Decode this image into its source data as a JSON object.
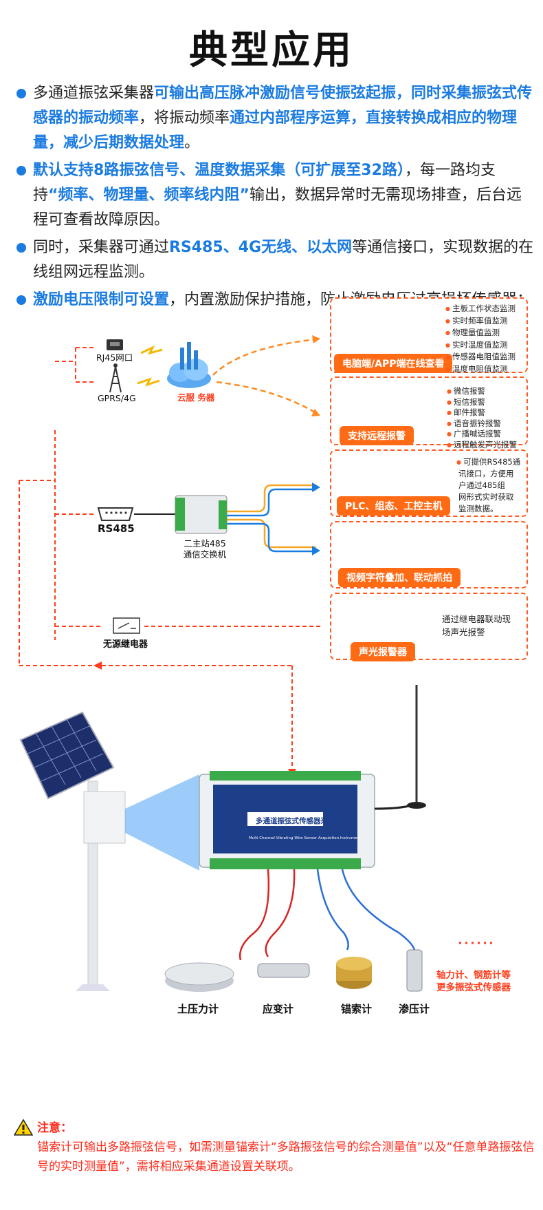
{
  "title": "典型应用",
  "bullets": [
    {
      "segments": [
        {
          "t": "多通道振弦采集器",
          "h": false
        },
        {
          "t": "可输出高压脉冲激励信号使振弦起振，同时采集振弦式传感器的振动频率",
          "h": true
        },
        {
          "t": "，将振动频率",
          "h": false
        },
        {
          "t": "通过内部程序运算，直接转换成相应的物理量，减少后期数据处理",
          "h": true
        },
        {
          "t": "。",
          "h": false
        }
      ]
    },
    {
      "segments": [
        {
          "t": "默认支持8路振弦信号、温度数据采集（可扩展至32路）",
          "h": true
        },
        {
          "t": "，每一路均支持",
          "h": false
        },
        {
          "t": "“频率、物理量、频率线内阻”",
          "h": true
        },
        {
          "t": "输出，数据异常时无需现场排查，后台远程可查看故障原因。",
          "h": false
        }
      ]
    },
    {
      "segments": [
        {
          "t": "同时，采集器可通过",
          "h": false
        },
        {
          "t": "RS485、4G无线、以太网",
          "h": true
        },
        {
          "t": "等通信接口，实现数据的在线组网远程监测。",
          "h": false
        }
      ]
    },
    {
      "segments": [
        {
          "t": "激励电压限制可设置",
          "h": true
        },
        {
          "t": "，内置激励保护措施，防止激励电压过高损坏传感器；",
          "h": false
        }
      ]
    }
  ],
  "network": {
    "rj45": "RJ45网口",
    "gprs": "GPRS/4G",
    "cloud": "云服 务器",
    "rs485": "RS485",
    "switch_line1": "二主站485",
    "switch_line2": "通信交换机",
    "relay": "无源继电器"
  },
  "cards": {
    "online": {
      "tag": "电脑端/APP端在线查看",
      "items": [
        "主板工作状态监测",
        "实时频率值监测",
        "物理量值监测",
        "实时温度值监测",
        "传感器电阻值监测",
        "温度电阻值监测"
      ]
    },
    "alarm": {
      "tag": "支持远程报警",
      "items": [
        "微信报警",
        "短信报警",
        "邮件报警",
        "语音振铃报警",
        "广播喊话报警",
        "远程触发声光报警"
      ]
    },
    "plc": {
      "tag": "PLC、组态、工控主机",
      "text": [
        "可提供RS485通",
        "讯接口，方便用",
        "户通过485组",
        "网形式实时获取",
        "监测数据。"
      ]
    },
    "video": {
      "tag": "视频字符叠加、联动抓拍"
    },
    "light": {
      "tag": "声光报警器",
      "text": [
        "通过继电器联动现",
        "场声光报警"
      ]
    }
  },
  "device": {
    "name_cn": "多通道振弦式传感器采集仪",
    "name_en": "Multi Channel Vibrating Wire Sensor Acquisition Instrument"
  },
  "sensors": [
    "土压力计",
    "应变计",
    "锚索计",
    "渗压计"
  ],
  "more_sensors": [
    "轴力计、钢筋计等",
    "更多振弦式传感器"
  ],
  "note": {
    "head": "注意：",
    "body": "锚索计可输出多路振弦信号，如需测量锚索计“多路振弦信号的综合测量值”以及“任意单路振弦信号的实时测量值”，需将相应采集通道设置关联项。"
  },
  "colors": {
    "accent": "#1a7be0",
    "orange": "#ff6a14",
    "red": "#ff3b1a"
  }
}
